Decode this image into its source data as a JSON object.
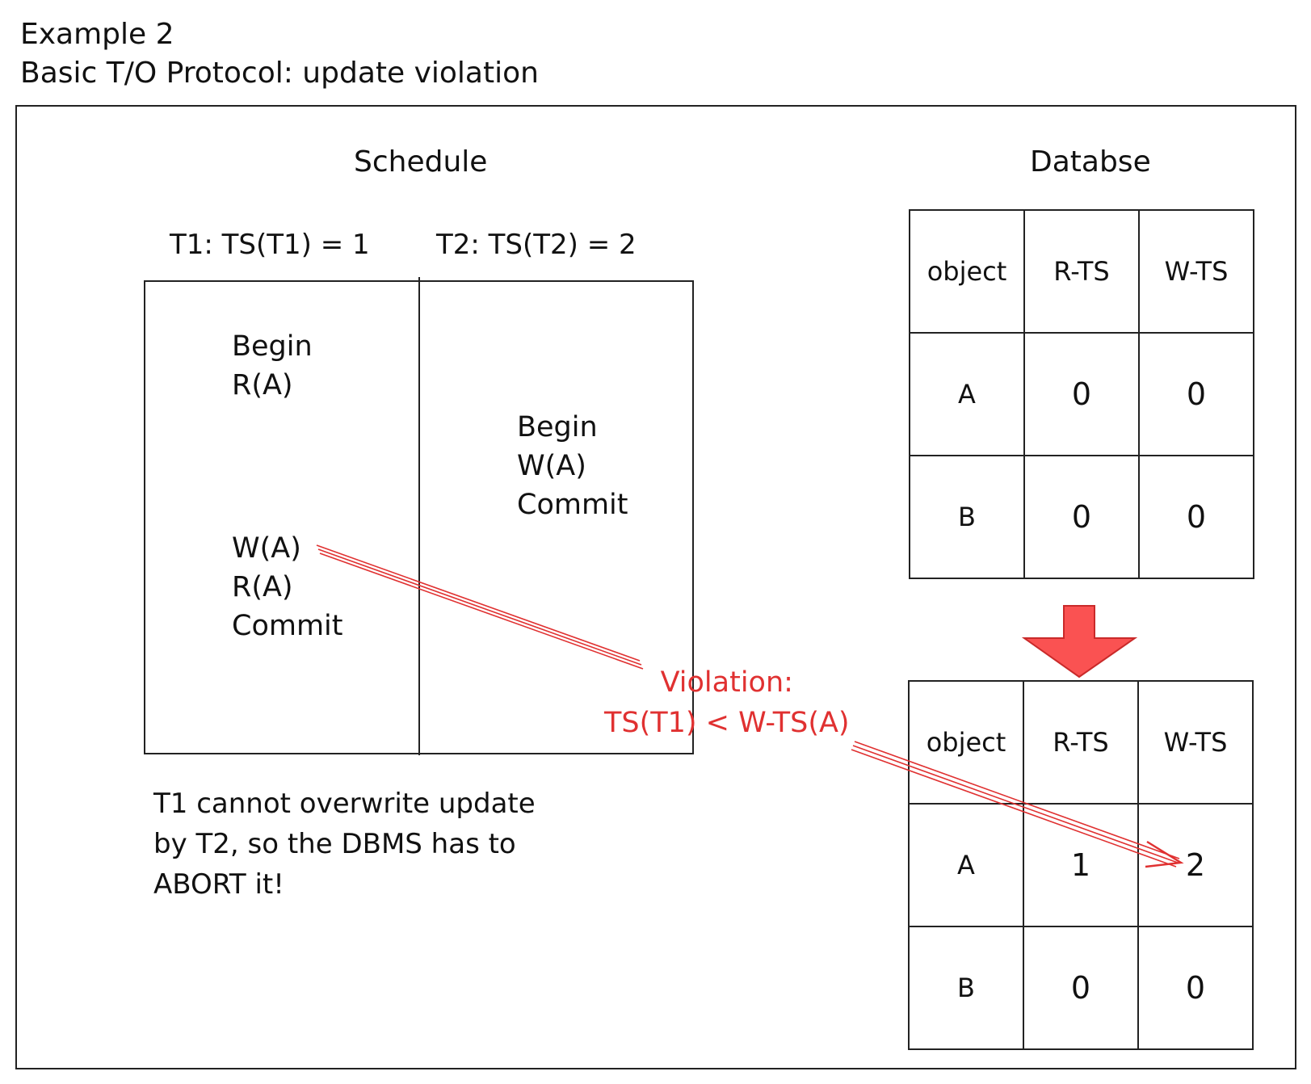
{
  "header": {
    "line1": "Example 2",
    "line2": "Basic T/O Protocol: update violation"
  },
  "schedule": {
    "title": "Schedule",
    "t1_label": "T1: TS(T1) = 1",
    "t2_label": "T2: TS(T2) = 2",
    "t1_ops_top": [
      "Begin",
      "R(A)"
    ],
    "t1_ops_bottom": [
      "W(A)",
      "R(A)",
      "Commit"
    ],
    "t2_ops": [
      "Begin",
      "W(A)",
      "Commit"
    ]
  },
  "database": {
    "title": "Databse",
    "columns": [
      "object",
      "R-TS",
      "W-TS"
    ],
    "before": [
      [
        "A",
        "0",
        "0"
      ],
      [
        "B",
        "0",
        "0"
      ]
    ],
    "after": [
      [
        "A",
        "1",
        "2"
      ],
      [
        "B",
        "0",
        "0"
      ]
    ]
  },
  "violation": {
    "line1": "Violation:",
    "line2": "TS(T1) < W-TS(A)"
  },
  "note": {
    "lines": [
      "T1 cannot overwrite update",
      "by T2, so the DBMS has to",
      "ABORT it!"
    ]
  },
  "colors": {
    "accent": "#e03131",
    "arrow_fill": "#fa5252",
    "stroke": "#222222"
  }
}
